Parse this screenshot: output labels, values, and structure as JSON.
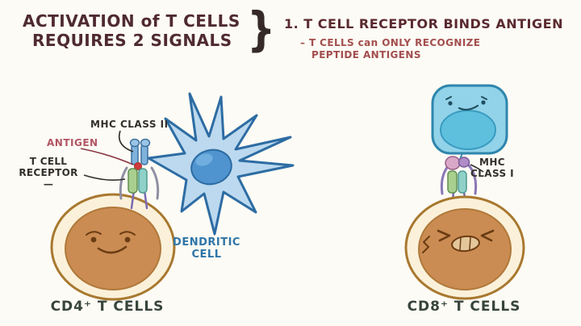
{
  "header": {
    "title_line1": "ACTIVATION of T CELLS",
    "title_line2": "REQUIRES 2 SIGNALS",
    "brace": "}",
    "signal1": "1. T CELL RECEPTOR BINDS ANTIGEN",
    "signal1_note_line1": "– T CELLS can ONLY RECOGNIZE",
    "signal1_note_line2": "PEPTIDE ANTIGENS"
  },
  "left_scene": {
    "mhc_class2_label": "MHC CLASS II",
    "antigen_label": "ANTIGEN",
    "tcr_label_line1": "T CELL",
    "tcr_label_line2": "RECEPTOR —",
    "dendritic_label_line1": "DENDRITIC",
    "dendritic_label_line2": "CELL",
    "cell_name": "CD4⁺ T CELLS"
  },
  "right_scene": {
    "mhc_class1_label_line1": "MHC",
    "mhc_class1_label_line2": "CLASS I",
    "cell_name": "CD8⁺ T CELLS"
  },
  "colors": {
    "background": "#fdfbf5",
    "title_maroon": "#4f2a31",
    "note_red": "#a34e4e",
    "antigen_label_pink": "#b25563",
    "dark_label": "#33302c",
    "dendritic_label_blue": "#2e75a8",
    "cell_name_label": "#37443c",
    "t_cell_body_orange": "#ca8c52",
    "t_cell_ring_cream": "#fbf1da",
    "t_cell_outline_brown": "#a8782f",
    "dendritic_fill": "#bcd9ef",
    "dendritic_stroke": "#2d6ca3",
    "nucleus_blue": "#4f94cf",
    "infected_cell_fill": "#92d3e9",
    "infected_cell_stroke": "#2f86ad",
    "antigen_red": "#d13a3a",
    "receptor_green": "#a9cf8f",
    "receptor_teal": "#8fd0c9",
    "receptor_purple": "#8a76b8",
    "mhc1_pink": "#d9a8c8"
  }
}
